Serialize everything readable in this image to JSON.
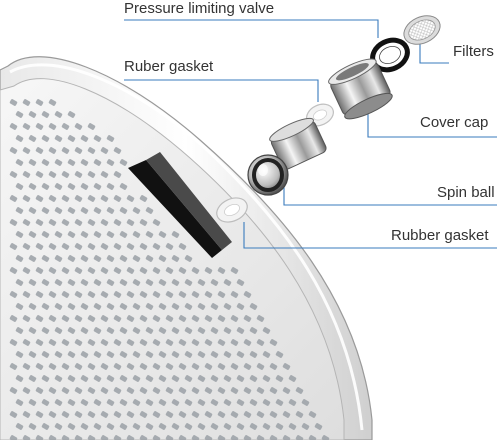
{
  "labels": {
    "pressure_limiting_valve": "Pressure limiting valve",
    "filters": "Filters",
    "rubber_gasket_top": "Ruber gasket",
    "cover_cap": "Cover cap",
    "spin_ball": "Spin ball",
    "rubber_gasket_bottom": "Rubber gasket"
  },
  "colors": {
    "leader_line": "#3a7bbd",
    "chrome_light": "#f4f4f4",
    "chrome_dark": "#8a8a8a",
    "nozzle": "#9aa0a6",
    "rubber_black": "#111111",
    "label_text": "#333333"
  }
}
